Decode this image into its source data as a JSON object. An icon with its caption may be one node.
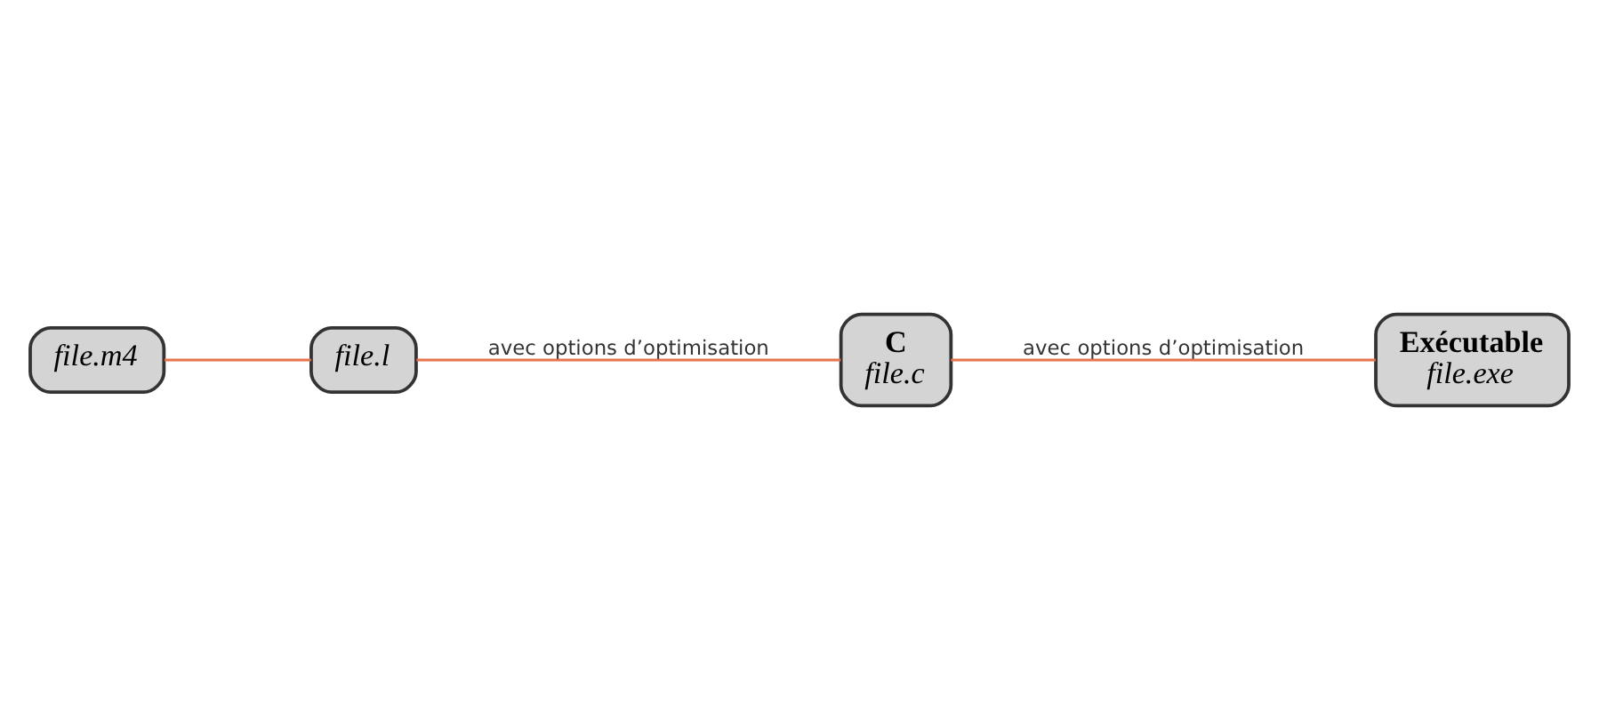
{
  "diagram": {
    "nodes": [
      {
        "text": [
          "file.m4"
        ]
      },
      {
        "text": [
          "file.l"
        ]
      },
      {
        "text": [
          "C",
          "file.c"
        ]
      },
      {
        "text": [
          "Exécutable",
          "file.exe"
        ]
      }
    ],
    "edges": [
      {
        "from": 0,
        "to": 1,
        "arrow": "none"
      },
      {
        "from": 1,
        "to": 2,
        "arrow": "none",
        "label": "avec options d’optimisation"
      },
      {
        "from": 2,
        "to": 3,
        "arrow": "none",
        "label": "avec options d’optimisation"
      }
    ]
  }
}
